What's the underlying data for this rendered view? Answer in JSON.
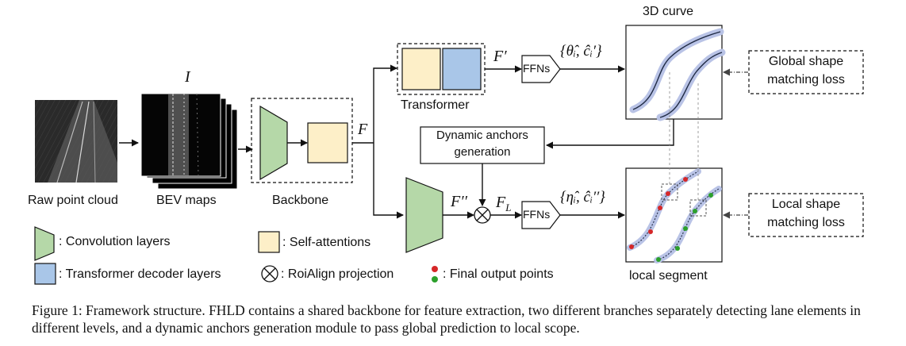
{
  "figure": {
    "raw_point_cloud_label": "Raw point cloud",
    "bev_input_symbol": "I",
    "bev_maps_label": "BEV maps",
    "backbone_label": "Backbone",
    "feature_F": "F",
    "feature_F_prime": "F′",
    "feature_F_double_prime": "F′′",
    "feature_F_L": "F",
    "feature_F_L_sub": "L",
    "transformer_label": "Transformer",
    "ffn_upper_label": "FFNs",
    "ffn_lower_label": "FFNs",
    "global_output": "{θ̂ᵢ, ĉᵢ′}",
    "local_output": "{η̂ᵢ, ĉᵢ′′}",
    "curve_3d_label": "3D curve",
    "local_segment_label": "local segment",
    "dynamic_anchors_line1": "Dynamic anchors",
    "dynamic_anchors_line2": "generation",
    "global_loss_line1": "Global shape",
    "global_loss_line2": "matching loss",
    "local_loss_line1": "Local shape",
    "local_loss_line2": "matching loss"
  },
  "legend": {
    "convolution": ": Convolution layers",
    "self_attention": ": Self-attentions",
    "transformer_decoder": ": Transformer decoder layers",
    "roialign": ": RoiAlign projection",
    "final_points": ": Final output points"
  },
  "colors": {
    "conv_green": "#b5d8a8",
    "self_attn_yellow": "#fdefc8",
    "decoder_blue": "#a9c6e8",
    "point_red": "#d62728",
    "point_green": "#2ca02c",
    "curve_shadow": "#b9c3e6"
  },
  "caption": {
    "text": "Figure 1: Framework structure. FHLD contains a shared backbone for feature extraction, two different branches separately detecting lane elements in different levels, and a dynamic anchors generation module to pass global prediction to local scope."
  }
}
